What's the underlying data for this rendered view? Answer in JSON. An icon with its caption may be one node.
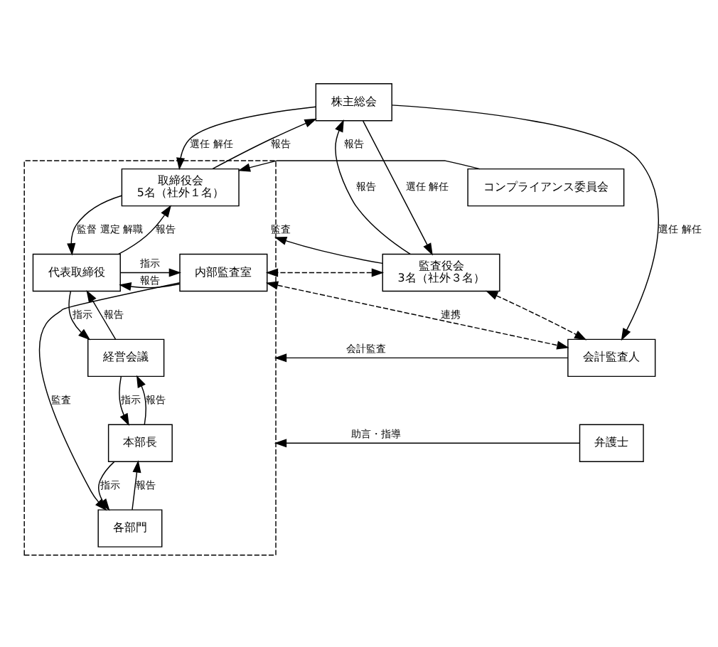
{
  "diagram": {
    "nodes": [
      {
        "text": [
          "株主総会"
        ]
      },
      {
        "text": [],
        "shape": "box"
      },
      {
        "text": [
          "取締役会",
          "5名（社外１名）"
        ],
        "in": 1
      },
      {
        "text": [
          "コンプライアンス委員会"
        ]
      },
      {
        "text": [
          "監査役会",
          "3名（社外３名）"
        ]
      },
      {
        "text": [
          "代表取締役"
        ],
        "in": 1
      },
      {
        "text": [
          "内部監査室"
        ],
        "in": 1
      },
      {
        "text": [
          "会計監査人"
        ]
      },
      {
        "text": [
          "経営会議"
        ],
        "in": 1
      },
      {
        "text": [
          "本部長"
        ],
        "in": 1
      },
      {
        "text": [
          "各部門"
        ],
        "in": 1
      },
      {
        "text": [
          "弁護士"
        ]
      }
    ],
    "edges": [
      {
        "from": 0,
        "to": 2,
        "arrow": "to",
        "label": "選任 解任"
      },
      {
        "from": 2,
        "to": 0,
        "arrow": "to",
        "label": "報告"
      },
      {
        "from": 0,
        "to": 4,
        "arrow": "to",
        "label": "選任 解任"
      },
      {
        "from": 4,
        "to": 0,
        "arrow": "to",
        "label": "報告"
      },
      {
        "from": 0,
        "to": 7,
        "arrow": "to",
        "label": "選任 解任"
      },
      {
        "from": 3,
        "to": 2,
        "arrow": "to",
        "label": "報告"
      },
      {
        "from": 4,
        "to": 1,
        "arrow": "to",
        "label": "監査"
      },
      {
        "from": 2,
        "to": 5,
        "arrow": "to",
        "label": "監督 選定 解職"
      },
      {
        "from": 5,
        "to": 2,
        "arrow": "to",
        "label": "報告"
      },
      {
        "from": 5,
        "to": 6,
        "arrow": "to",
        "label": "指示"
      },
      {
        "from": 6,
        "to": 5,
        "arrow": "to",
        "label": "報告"
      },
      {
        "from": 4,
        "to": 6,
        "arrow": "both",
        "style": "dashed"
      },
      {
        "from": 4,
        "to": 7,
        "arrow": "both",
        "style": "dashed"
      },
      {
        "from": 6,
        "to": 7,
        "arrow": "both",
        "style": "dashed",
        "label": "連携"
      },
      {
        "from": 5,
        "to": 8,
        "arrow": "to",
        "label": "指示"
      },
      {
        "from": 8,
        "to": 5,
        "arrow": "to",
        "label": "報告"
      },
      {
        "from": 8,
        "to": 9,
        "arrow": "to",
        "label": "指示"
      },
      {
        "from": 9,
        "to": 8,
        "arrow": "to",
        "label": "報告"
      },
      {
        "from": 9,
        "to": 10,
        "arrow": "to",
        "label": "指示"
      },
      {
        "from": 10,
        "to": 9,
        "arrow": "to",
        "label": "報告"
      },
      {
        "from": 6,
        "to": 10,
        "arrow": "to",
        "label": "監査"
      },
      {
        "from": 7,
        "to": 1,
        "arrow": "to",
        "label": "会計監査"
      },
      {
        "from": 11,
        "to": 1,
        "arrow": "to",
        "label": "助言・指導"
      }
    ]
  }
}
